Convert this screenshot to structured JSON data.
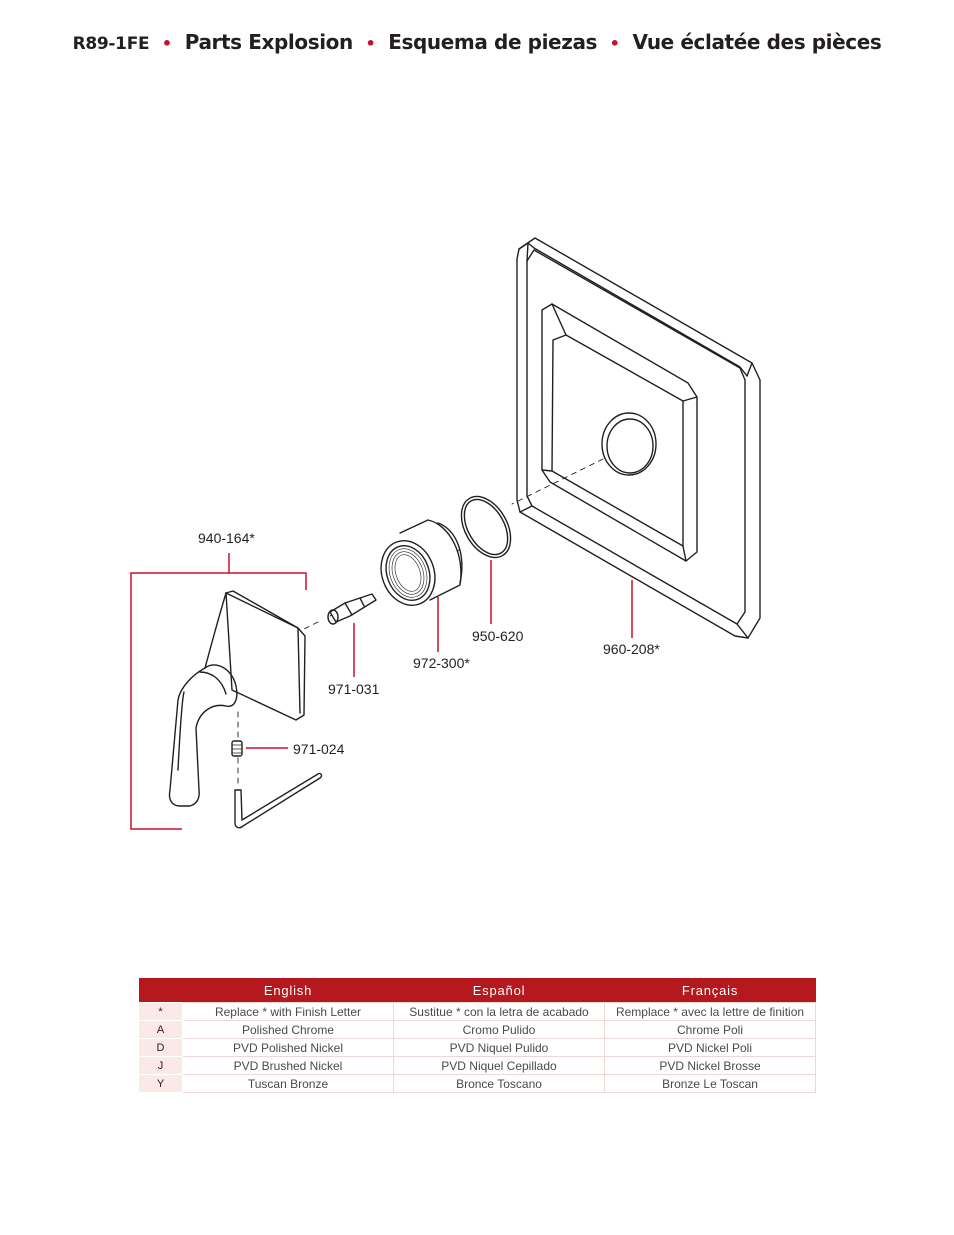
{
  "header": {
    "model": "R89-1FE",
    "separator": "•",
    "title_en": "Parts Explosion",
    "title_es": "Esquema de piezas",
    "title_fr": "Vue éclatée des pièces"
  },
  "parts": [
    {
      "id": "handle",
      "number": "940-164*"
    },
    {
      "id": "adapter",
      "number": "971-031"
    },
    {
      "id": "set-screw",
      "number": "971-024"
    },
    {
      "id": "sleeve",
      "number": "972-300*"
    },
    {
      "id": "o-ring",
      "number": "950-620"
    },
    {
      "id": "escutcheon",
      "number": "960-208*"
    }
  ],
  "colors": {
    "accent": "#c8102e",
    "table_header": "#b5191d",
    "line": "#231f20"
  },
  "table": {
    "headers": [
      "",
      "English",
      "Español",
      "Français"
    ],
    "rows": [
      {
        "code": "*",
        "en": "Replace * with Finish Letter",
        "es": "Sustitue * con la letra de acabado",
        "fr": "Remplace * avec la lettre de finition"
      },
      {
        "code": "A",
        "en": "Polished Chrome",
        "es": "Cromo Pulido",
        "fr": "Chrome Poli"
      },
      {
        "code": "D",
        "en": "PVD Polished Nickel",
        "es": "PVD Niquel Pulido",
        "fr": "PVD Nickel Poli"
      },
      {
        "code": "J",
        "en": "PVD Brushed Nickel",
        "es": "PVD Niquel Cepillado",
        "fr": "PVD Nickel Brosse"
      },
      {
        "code": "Y",
        "en": "Tuscan Bronze",
        "es": "Bronce Toscano",
        "fr": "Bronze Le Toscan"
      }
    ]
  }
}
